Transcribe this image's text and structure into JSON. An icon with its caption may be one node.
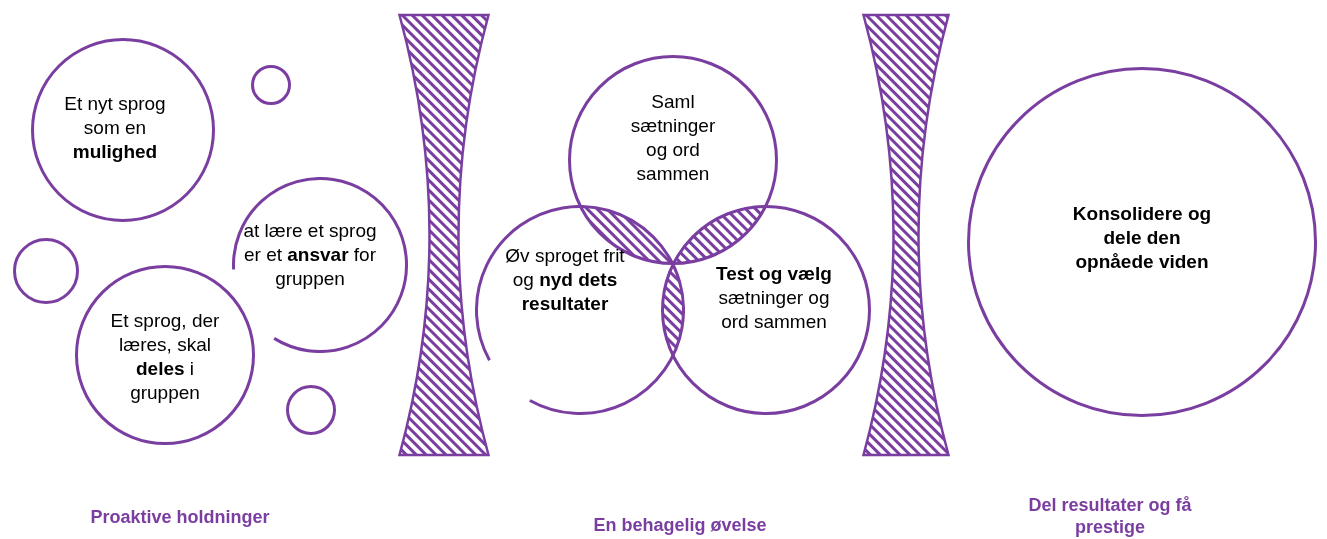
{
  "diagram": {
    "nodes": [
      {
        "text": [
          "Et nyt sprog som en **mulighed**"
        ]
      },
      {
        "text": [],
        "shape": "circle"
      },
      {
        "text": [
          "at lære et sprog er et **ansvar** for gruppen"
        ]
      },
      {
        "text": [],
        "shape": "circle"
      },
      {
        "text": [
          "Et sprog, der læres, skal **deles** i gruppen"
        ]
      },
      {
        "text": [],
        "shape": "circle"
      },
      {
        "text": [],
        "shape": "band"
      },
      {
        "text": [
          "Saml sætninger og ord sammen"
        ]
      },
      {
        "text": [
          "Øv sproget frit og **nyd dets resultater**"
        ]
      },
      {
        "text": [
          "**Test og vælg** sætninger og ord sammen"
        ]
      },
      {
        "text": [],
        "shape": "band"
      },
      {
        "text": [
          "Konsolidere og dele den opnåede viden"
        ]
      }
    ],
    "labels": [
      "Proaktive holdninger",
      "En behagelig øvelse",
      "Del resultater og få prestige"
    ]
  }
}
